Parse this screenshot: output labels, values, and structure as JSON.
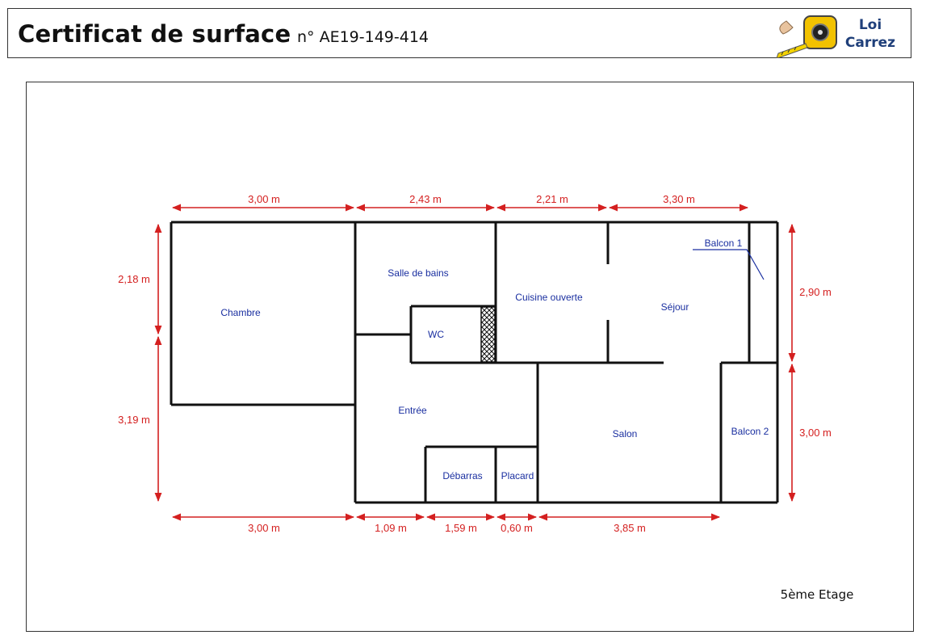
{
  "header": {
    "title": "Certificat de surface",
    "certificate_number": "n° AE19-149-414",
    "logo_line1": "Loi",
    "logo_line2": "Carrez"
  },
  "rooms": {
    "chambre": "Chambre",
    "salle_de_bains": "Salle de bains",
    "cuisine": "Cuisine ouverte",
    "sejour": "Séjour",
    "balcon1": "Balcon 1",
    "wc": "WC",
    "entree": "Entrée",
    "salon": "Salon",
    "balcon2": "Balcon 2",
    "debarras": "Débarras",
    "placard": "Placard"
  },
  "dimensions": {
    "top": [
      "3,00 m",
      "2,43 m",
      "2,21 m",
      "3,30 m"
    ],
    "bottom": [
      "3,00 m",
      "1,09 m",
      "1,59 m",
      "0,60 m",
      "3,85 m"
    ],
    "left": [
      "2,18 m",
      "3,19 m"
    ],
    "right": [
      "2,90 m",
      "3,00 m"
    ]
  },
  "floor_label": "5ème Etage",
  "colors": {
    "dimension": "#d42020",
    "room_label": "#1a2fa0",
    "wall": "#111111",
    "logo_text": "#1f3f7a"
  }
}
